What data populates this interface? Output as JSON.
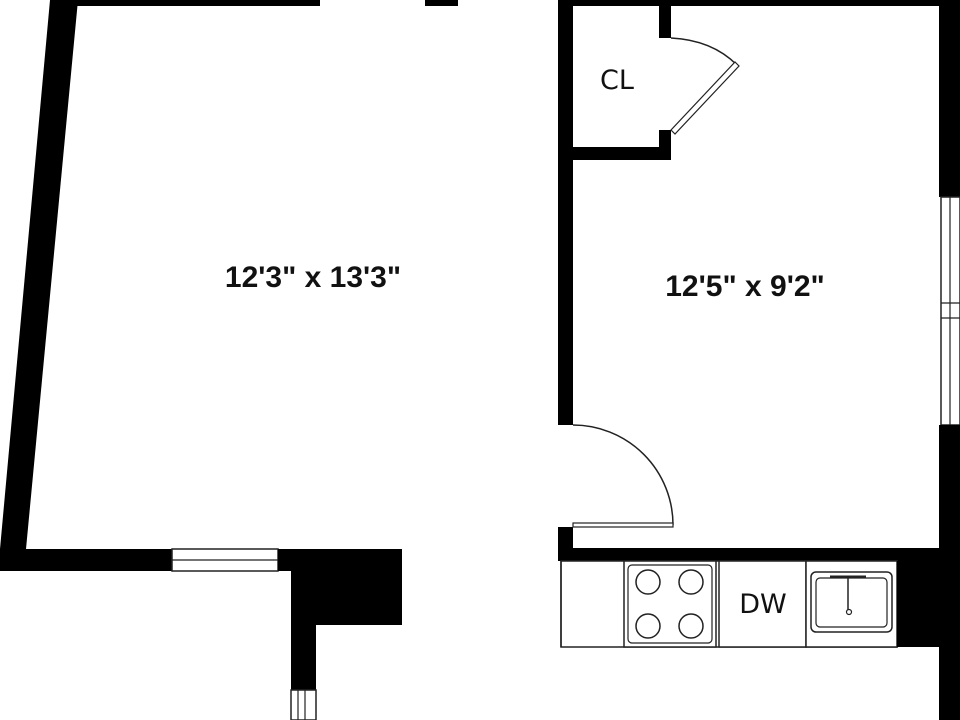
{
  "rooms": {
    "left_room_dimensions": "12'3\" x 13'3\"",
    "right_room_dimensions": "12'5\" x 9'2\""
  },
  "labels": {
    "closet": "CL",
    "dishwasher": "DW"
  },
  "colors": {
    "wall": "#000000",
    "background": "#ffffff",
    "line": "#222222"
  }
}
